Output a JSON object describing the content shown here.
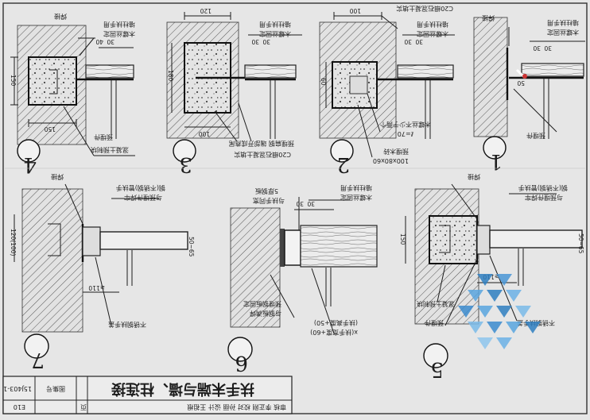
{
  "title_block": {
    "title": "扶手末端与墙、柱连接",
    "atlas_label": "图集号",
    "atlas_no": "15J403-1",
    "page_label": "页",
    "page_no": "E10",
    "signatures": "审核 李正刚 校对 孙丽 设计 王祖根"
  },
  "details": [
    {
      "id": "1",
      "number": "1",
      "labels": [
        "焊接",
        "墙柱扶手用",
        "木螺丝固定",
        "预埋件"
      ],
      "dims": [
        "30",
        "30",
        "50"
      ]
    },
    {
      "id": "2",
      "number": "2",
      "labels": [
        "C20细石混凝土填实",
        "墙柱扶手用",
        "木螺丝固定",
        "木螺丝不少于两个",
        "ℓ=70",
        "预埋木砖",
        "100x80x60"
      ],
      "dims": [
        "100",
        "30",
        "30",
        "60"
      ]
    },
    {
      "id": "3",
      "number": "3",
      "labels": [
        "墙柱扶手用",
        "木螺丝固定",
        "预埋扁钢 端部开成燕尾",
        "C20细石混凝土填实"
      ],
      "dims": [
        "120",
        "30",
        "30",
        "100",
        "180"
      ]
    },
    {
      "id": "4",
      "number": "4",
      "labels": [
        "焊接",
        "墙柱扶手用",
        "木螺丝固定",
        "预埋件",
        "混凝土预制块"
      ],
      "dims": [
        "40",
        "30",
        "150",
        "150"
      ]
    },
    {
      "id": "5",
      "number": "5",
      "labels": [
        "焊接",
        "钢(不锈钢)管扶手",
        "与预埋件焊牢",
        "混凝土预制块",
        "预埋件",
        "不锈钢扶手盖"
      ],
      "dims": [
        "150",
        "≥110",
        "50~65"
      ]
    },
    {
      "id": "6",
      "number": "6",
      "labels": [
        "5厚钢板",
        "与扶手同宽",
        "墙柱扶手用",
        "木螺丝固定",
        "预埋钢板固定",
        "与钢板满焊",
        "(扶手高度+50)",
        "x(扶手宽度+60)"
      ],
      "dims": [
        "30",
        "30"
      ]
    },
    {
      "id": "7",
      "number": "7",
      "labels": [
        "焊接",
        "钢(不锈钢)管扶手",
        "与预埋件焊牢",
        "不锈钢扶手盖"
      ],
      "dims": [
        "120(100)",
        "≥110",
        "50~65"
      ]
    }
  ]
}
